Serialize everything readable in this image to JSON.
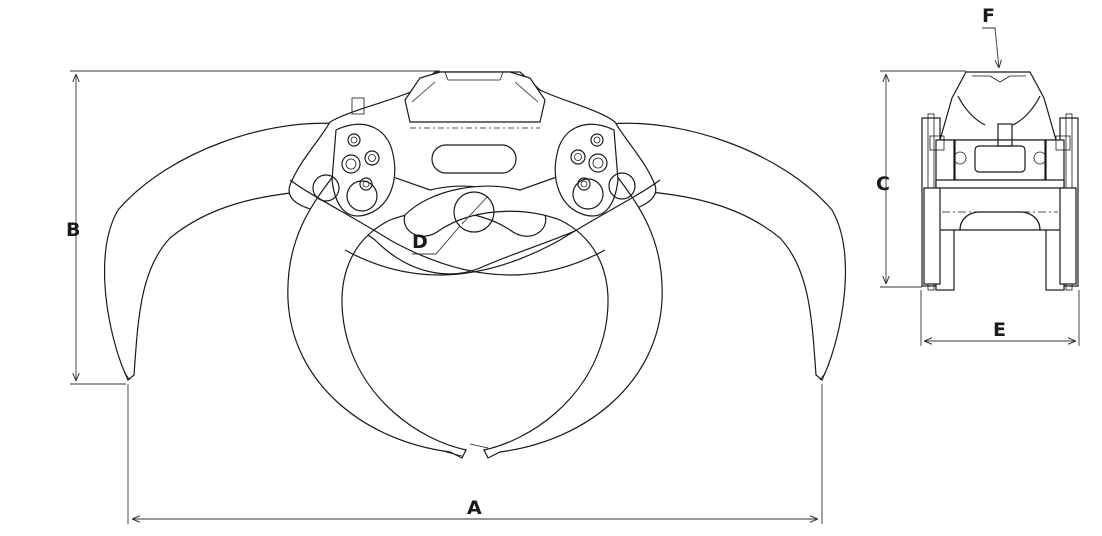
{
  "labels": {
    "A": "A",
    "B": "B",
    "C": "C",
    "D": "D",
    "E": "E",
    "F": "F"
  }
}
